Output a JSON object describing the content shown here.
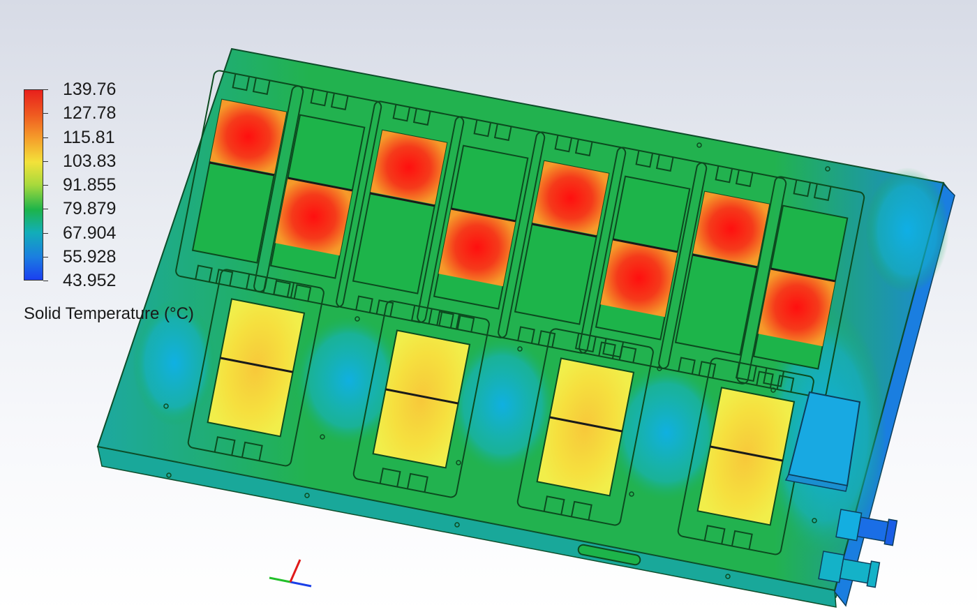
{
  "legend": {
    "title": "Solid Temperature (°C)",
    "values": [
      "139.76",
      "127.78",
      "115.81",
      "103.83",
      "91.855",
      "79.879",
      "67.904",
      "55.928",
      "43.952"
    ],
    "colors": [
      "#e8201c",
      "#ef5a20",
      "#f59b2a",
      "#f3e23a",
      "#a7d93c",
      "#1db44a",
      "#12aeb8",
      "#1b7ee0",
      "#1b3ff0"
    ]
  },
  "model": {
    "plate_color": "#22b24f",
    "plate_edge_color": "#0d5a22",
    "cool_color": "#14aee0",
    "hot_color": "#f22a1a",
    "warm_color": "#f6e23e",
    "top_row_modules": 8,
    "bottom_row_modules": 4,
    "coolant_fittings": 2
  },
  "triad": {
    "x_color": "#1a3fe8",
    "y_color": "#22c02a",
    "z_color": "#e01a1a"
  }
}
